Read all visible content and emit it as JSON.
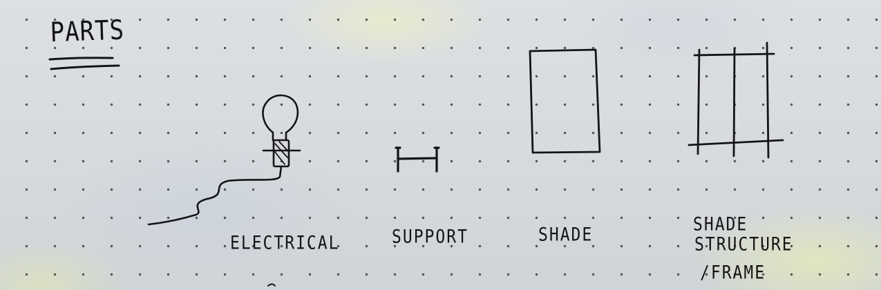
{
  "title": "PARTS",
  "parts": [
    {
      "label": "ELECTRICAL",
      "icon": "light-bulb-with-cord-icon"
    },
    {
      "label": "SUPPORT",
      "icon": "support-bracket-icon"
    },
    {
      "label": "SHADE",
      "icon": "shade-rectangle-icon"
    },
    {
      "label_lines": [
        "SHADE",
        "STRUCTURE",
        "/FRAME"
      ],
      "icon": "frame-grid-icon"
    }
  ],
  "ink_color": "#141414"
}
